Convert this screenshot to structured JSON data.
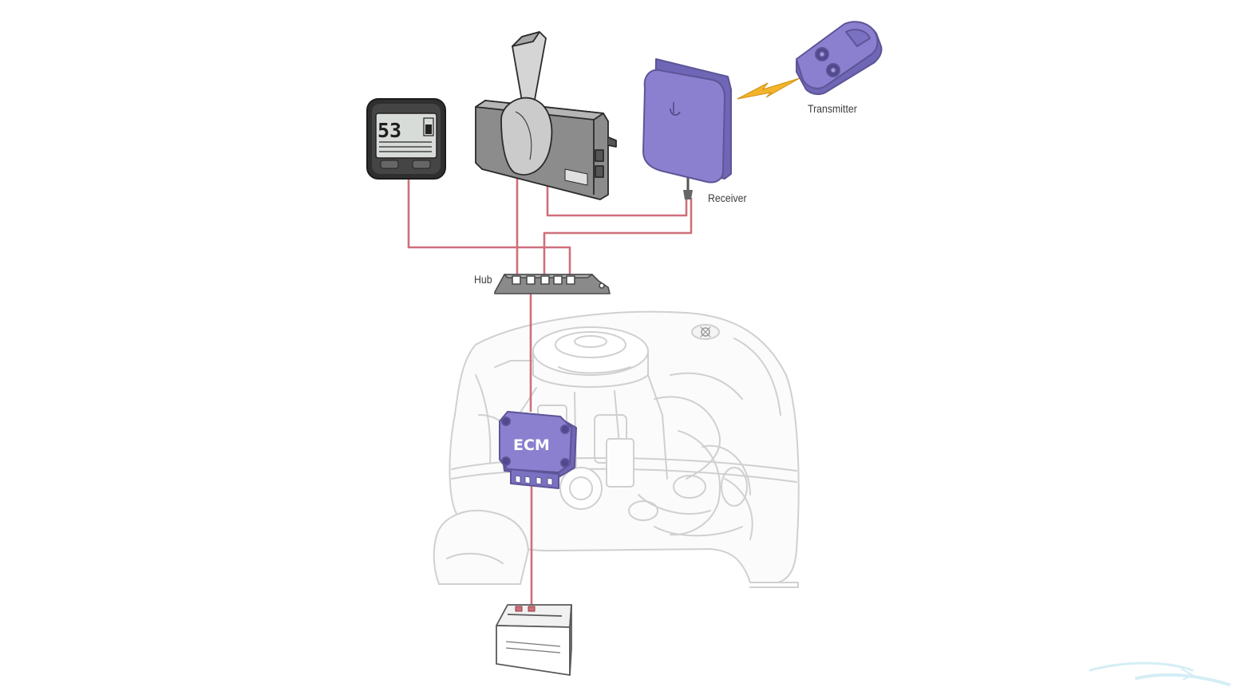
{
  "labels": {
    "transmitter": "Transmitter",
    "receiver": "Receiver",
    "hub": "Hub",
    "ecm": "ECM"
  },
  "gauge": {
    "reading": "53"
  },
  "colors": {
    "cable": "#cf6f7a",
    "module_fill": "#8b80cf",
    "module_stroke": "#5d5597",
    "lightning": "#f2b42a",
    "device_dark": "#3d3d3d",
    "outline_light": "#cfcfcf"
  },
  "icons": {
    "logo": "boat-swoosh-logo",
    "brand": "tuning-fork-emblem"
  }
}
